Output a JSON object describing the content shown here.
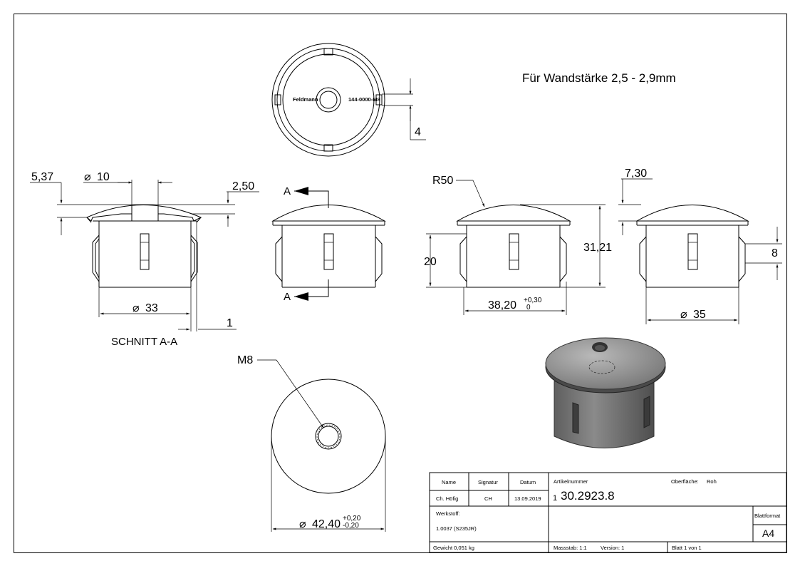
{
  "note": "Für Wandstärke 2,5 - 2,9mm",
  "section_title": "SCHNITT A-A",
  "section_marks": [
    "A",
    "A"
  ],
  "top_view": {
    "left_text": "Feldmann",
    "right_text": "144-0000-M8",
    "dim_4": "4"
  },
  "section": {
    "dim_537": "5,37",
    "dim_d10": "10",
    "dim_250": "2,50",
    "dim_d33": "33",
    "dim_1": "1"
  },
  "side_view": {
    "dim_r50": "R50",
    "dim_20": "20",
    "dim_3121": "31,21",
    "dim_3820": "38,20",
    "tol_3820_upper": "+0,30",
    "tol_3820_lower": "0"
  },
  "right_view": {
    "dim_730": "7,30",
    "dim_8": "8",
    "dim_d35": "35"
  },
  "bottom_view": {
    "dim_m8": "M8",
    "dim_4240": "42,40",
    "tol_4240_upper": "+0,20",
    "tol_4240_lower": "-0,20"
  },
  "diameter_symbol": "⌀",
  "title_block": {
    "h_name": "Name",
    "h_signatur": "Signatur",
    "h_datum": "Datum",
    "name": "Ch. Höfig",
    "signatur": "CH",
    "datum": "13.09.2019",
    "artikel_label": "Artikelnummer",
    "artikel_prefix": "1",
    "artikel_number": "30.2923.8",
    "oberflaeche_label": "Oberfläche:",
    "oberflaeche_value": "Roh",
    "werkstoff_label": "Werkstoff:",
    "werkstoff_value": "1.0037 (S235JR)",
    "blattformat_label": "Blattformat",
    "blattformat_value": "A4",
    "gewicht": "Gewicht 0,051 kg",
    "massstab": "Massstab: 1:1",
    "version": "Version: 1",
    "blatt": "Blatt 1 von 1"
  }
}
